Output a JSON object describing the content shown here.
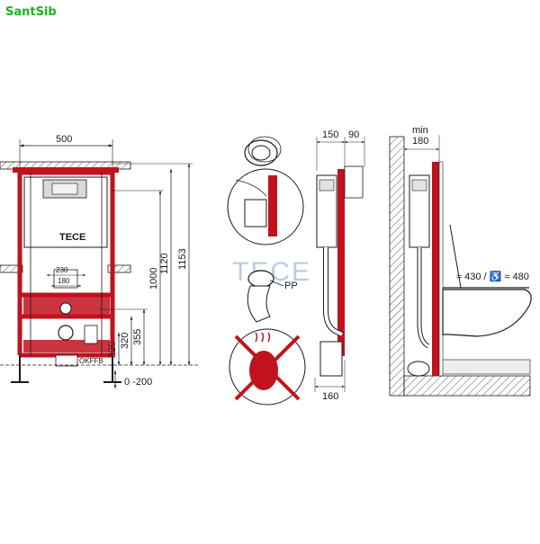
{
  "watermark": "SantSib",
  "front": {
    "width": "500",
    "h_total": "1153",
    "h_frame": "1120",
    "h_1000": "1000",
    "h_355": "355",
    "h_320": "320",
    "h_220": "220",
    "adjust": "0 -200",
    "w_230": "230",
    "w_180": "180",
    "brand": "TECE",
    "floor_label": "OKFFB"
  },
  "detail": {
    "pp": "PP",
    "logo": "TECE"
  },
  "side": {
    "d_150": "150",
    "d_90": "90",
    "d_160": "160"
  },
  "install": {
    "min_label": "min",
    "min_value": "180",
    "seat_height": "≈ 430 / ♿ ≈ 480"
  },
  "colors": {
    "frame_red": "#c1121f",
    "line": "#1a1a1a",
    "logo_green": "#1db31d",
    "watermark_blue": "#b8cde3"
  }
}
